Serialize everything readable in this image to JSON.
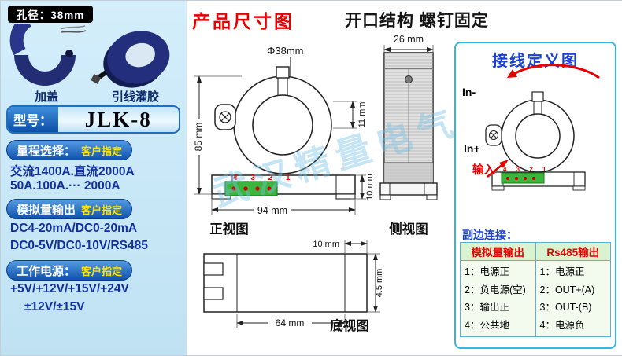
{
  "watermark": "武汉精量电气",
  "sidebar": {
    "aperture": "孔径：38mm",
    "photos": [
      {
        "label": "加盖"
      },
      {
        "label": "引线灌胶"
      }
    ],
    "model_label": "型号：",
    "model_value": "JLK-8",
    "sections": [
      {
        "title": "量程选择：",
        "badge": "客户指定",
        "lines": [
          "交流1400A.直流2000A",
          "50A.100A.··· 2000A"
        ]
      },
      {
        "title": "模拟量输出",
        "badge": "客户指定",
        "lines": [
          "DC4-20mA/DC0-20mA",
          "DC0-5V/DC0-10V/RS485"
        ]
      },
      {
        "title": "工作电源：",
        "badge": "客户指定",
        "lines": [
          "+5V/+12V/+15V/+24V",
          "±12V/±15V"
        ]
      }
    ]
  },
  "titles": {
    "dimension": "产品尺寸图",
    "structure": "开口结构  螺钉固定"
  },
  "front_view": {
    "label": "正视图",
    "diameter": "Φ38mm",
    "height": "85 mm",
    "width": "94 mm",
    "dim_11": "11 mm",
    "dim_10": "10 mm",
    "pins": "4 3 2 1"
  },
  "side_view": {
    "label": "侧视图",
    "width": "26 mm"
  },
  "bottom_view": {
    "label": "底视图",
    "dim_10": "10 mm",
    "dim_45": "4.5 mm",
    "dim_64": "64 mm"
  },
  "wiring": {
    "title": "接线定义图",
    "in_minus": "In-",
    "in_plus": "In+",
    "input": "输入",
    "pins": "4 3 2 1",
    "secondary": "副边连接：",
    "table": {
      "headers": [
        "模拟量输出",
        "Rs485输出"
      ],
      "analog": [
        "1：电源正",
        "2：负电源(空)",
        "3：输出正",
        "4：公共地"
      ],
      "rs485": [
        "1：电源正",
        "2：OUT+(A)",
        "3：OUT-(B)",
        "4：电源负"
      ]
    }
  }
}
